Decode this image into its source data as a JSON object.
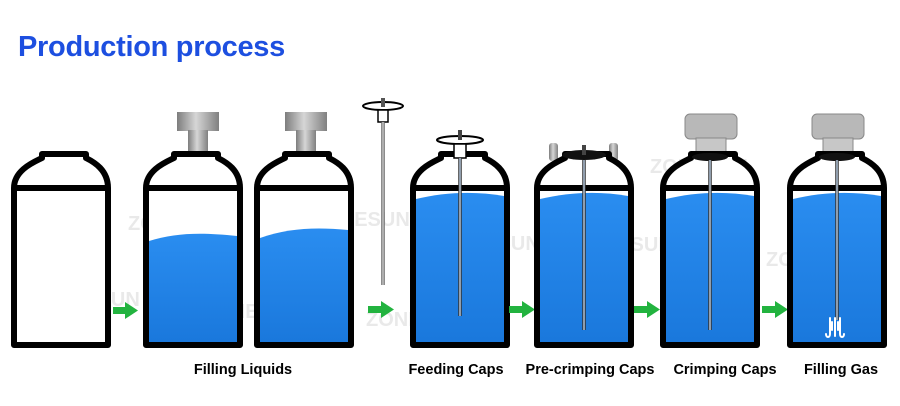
{
  "title": "Production process",
  "colors": {
    "title": "#1d4fe0",
    "liquid": "#1f86e6",
    "arrow": "#22b33f",
    "outline": "#000000",
    "cap_metal": "#9b9b9b",
    "gas_cap": "#b8b8b8"
  },
  "steps": [
    {
      "label": ""
    },
    {
      "label": "Filling Liquids"
    },
    {
      "label": "Feeding Caps"
    },
    {
      "label": "Pre-crimping Caps"
    },
    {
      "label": "Crimping Caps"
    },
    {
      "label": "Filling Gas"
    }
  ],
  "watermark": "ZONESUN"
}
